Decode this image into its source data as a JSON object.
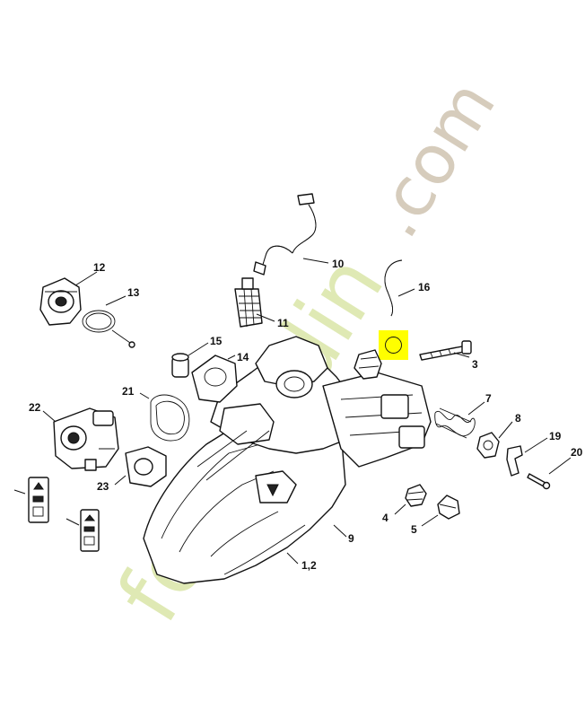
{
  "watermark": {
    "part1": "foret",
    "part2": "j",
    "part3": "ardin",
    "part4": ".com",
    "colors": {
      "green": "#dfe9b4",
      "orange": "#f6b36a",
      "tan": "#d6ccbc"
    }
  },
  "highlight_color": "#ffff00",
  "callouts": {
    "c1_2": "1,2",
    "c3": "3",
    "c4": "4",
    "c5": "5",
    "c7": "7",
    "c8": "8",
    "c9": "9",
    "c10": "10",
    "c11": "11",
    "c12": "12",
    "c13": "13",
    "c14": "14",
    "c15": "15",
    "c16": "16",
    "c19": "19",
    "c20": "20",
    "c21": "21",
    "c22": "22",
    "c23": "23"
  }
}
